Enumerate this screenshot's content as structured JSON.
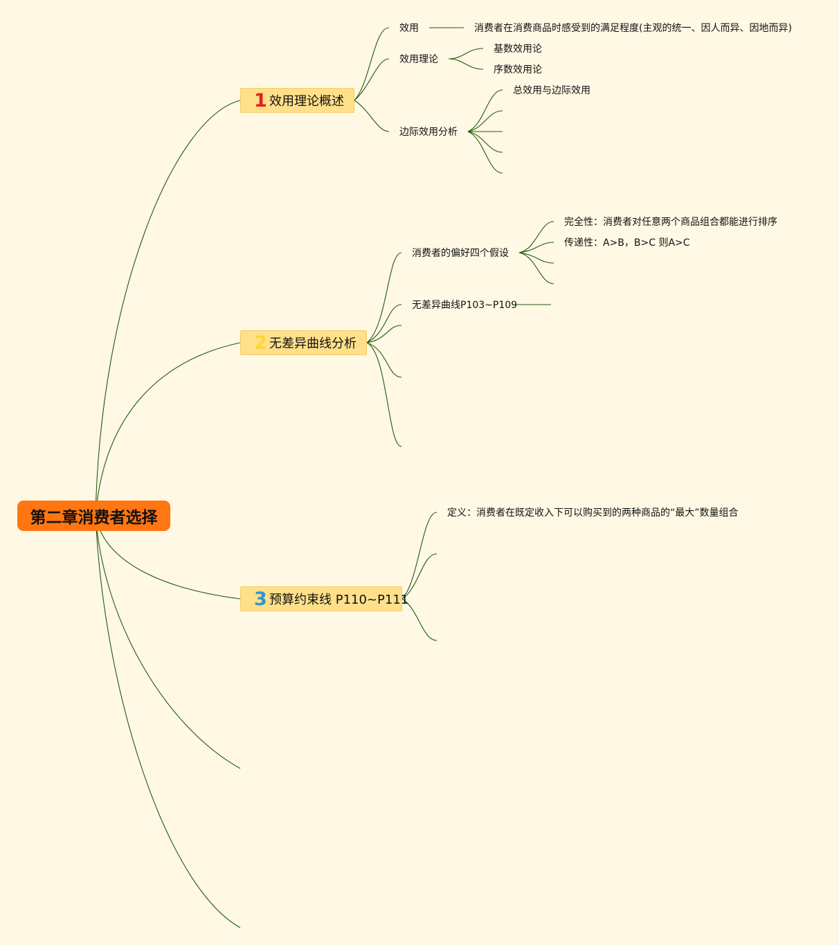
{
  "root": {
    "label": "第二章消费者选择"
  },
  "branches": [
    {
      "number": "1",
      "label": "效用理论概述"
    },
    {
      "number": "2",
      "label": "无差异曲线分析"
    },
    {
      "number": "3",
      "label": "预算约束线 P110~P111"
    }
  ],
  "topics": {
    "utility": "效用",
    "utility_definition": "消费者在消费商品时感受到的满足程度(主观的统一、因人而异、因地而异)",
    "utility_theory": "效用理论",
    "cardinal": "基数效用论",
    "ordinal": "序数效用论",
    "marginal_analysis": "边际效用分析",
    "total_and_marginal": "总效用与边际效用",
    "preference_assumptions": "消费者的偏好四个假设",
    "completeness": "完全性：消费者对任意两个商品组合都能进行排序",
    "transitivity": "传递性：A>B，B>C 则A>C",
    "indifference_curve": "无差异曲线P103~P109",
    "budget_definition": "定义：消费者在既定收入下可以购买到的两种商品的“最大”数量组合"
  },
  "colors": {
    "background": "#fff8e4",
    "root_fill": "#ff7612",
    "branch_fill": "#ffe08a",
    "connector": "#1f5a12",
    "num_1": "#e0221f",
    "num_2": "#ffd43b",
    "num_3": "#2b95d6"
  }
}
